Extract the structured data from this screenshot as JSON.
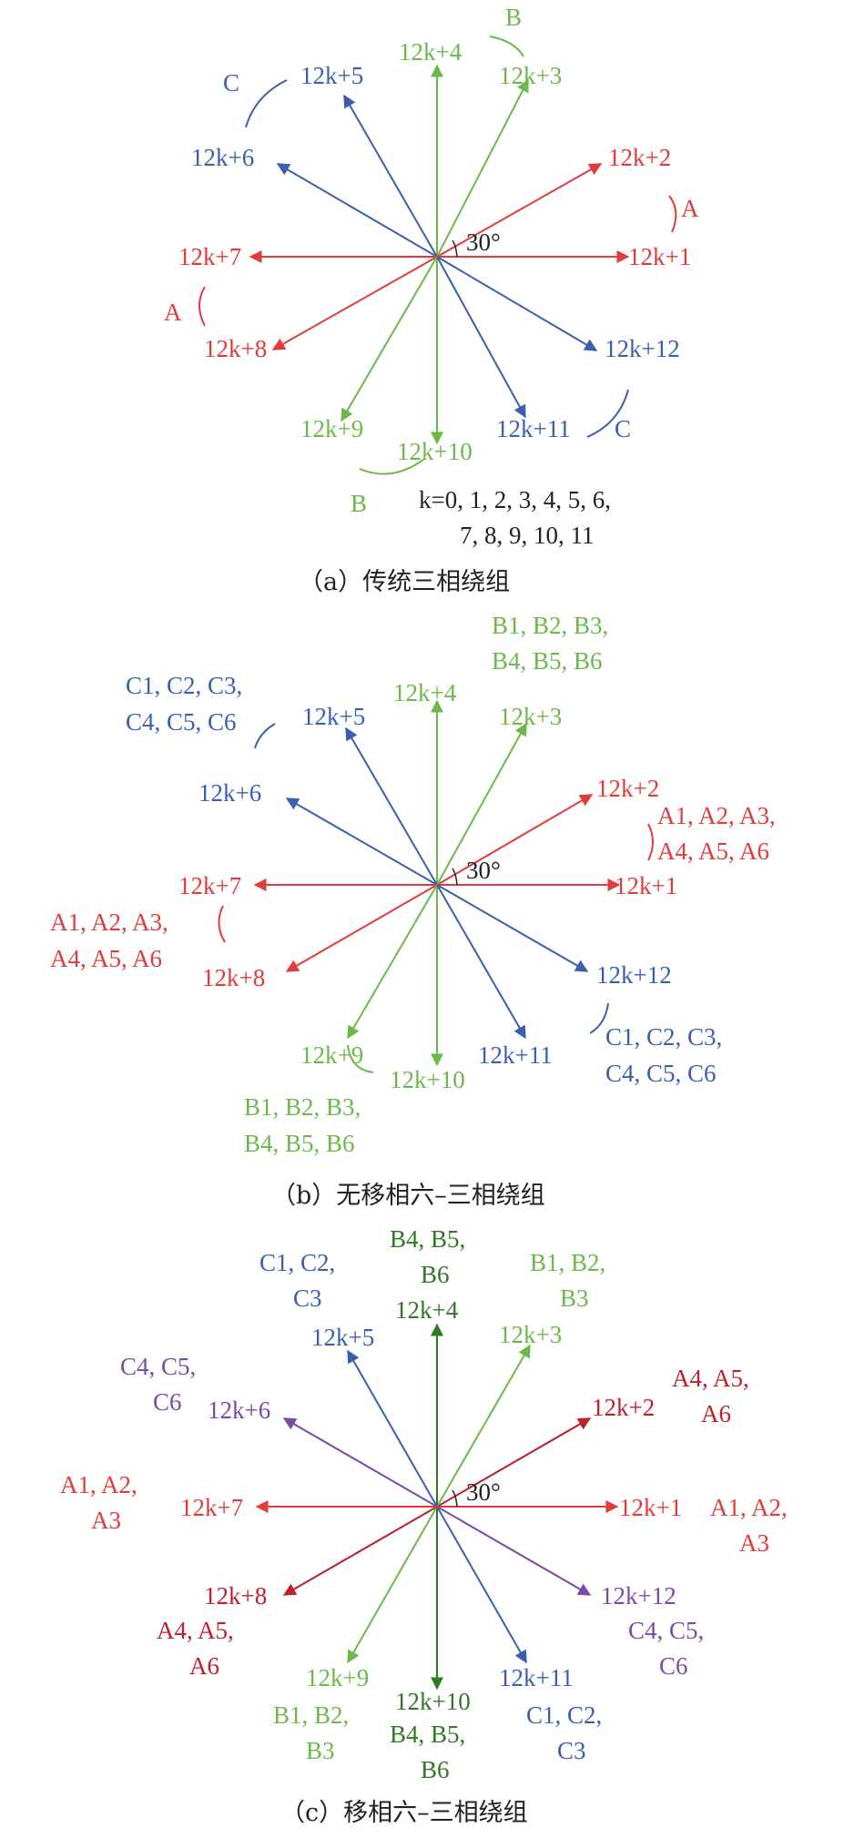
{
  "colors": {
    "A": "#e23b3b",
    "A_dark": "#bf1f2d",
    "B": "#6cb84a",
    "B_dark": "#2e7a22",
    "C": "#3a5fae",
    "C_purple": "#7a4aa6",
    "text": "#222222"
  },
  "common": {
    "angle": "30°",
    "vector_labels": [
      "12k+1",
      "12k+2",
      "12k+3",
      "12k+4",
      "12k+5",
      "12k+6",
      "12k+7",
      "12k+8",
      "12k+9",
      "12k+10",
      "12k+11",
      "12k+12"
    ]
  },
  "panel_a": {
    "caption": "（a）传统三相绕组",
    "phase_A": "A",
    "phase_B": "B",
    "phase_C": "C",
    "k_line1": "k=0, 1, 2, 3, 4, 5, 6,",
    "k_line2": "7, 8, 9, 10, 11"
  },
  "panel_b": {
    "caption": "（b）无移相六–三相绕组",
    "B_line1": "B1, B2, B3,",
    "B_line2": "B4, B5, B6",
    "C_line1": "C1, C2, C3,",
    "C_line2": "C4, C5, C6",
    "A_line1": "A1, A2, A3,",
    "A_line2": "A4, A5, A6"
  },
  "panel_c": {
    "caption": "（c）移相六–三相绕组",
    "b456_l1": "B4, B5,",
    "b456_l2": "B6",
    "b123_l1": "B1, B2,",
    "b123_l2": "B3",
    "c123_l1": "C1, C2,",
    "c123_l2": "C3",
    "c456_l1": "C4, C5,",
    "c456_l2": "C6",
    "a123_l1": "A1, A2,",
    "a123_l2": "A3",
    "a456_l1": "A4, A5,",
    "a456_l2": "A6"
  }
}
